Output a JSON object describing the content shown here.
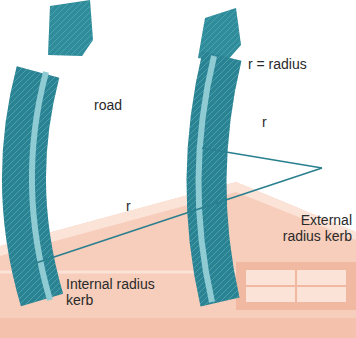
{
  "diagram": {
    "labels": [
      "r = radius",
      "road",
      "r",
      "r",
      "External radius kerb",
      "Internal radius kerb"
    ]
  }
}
